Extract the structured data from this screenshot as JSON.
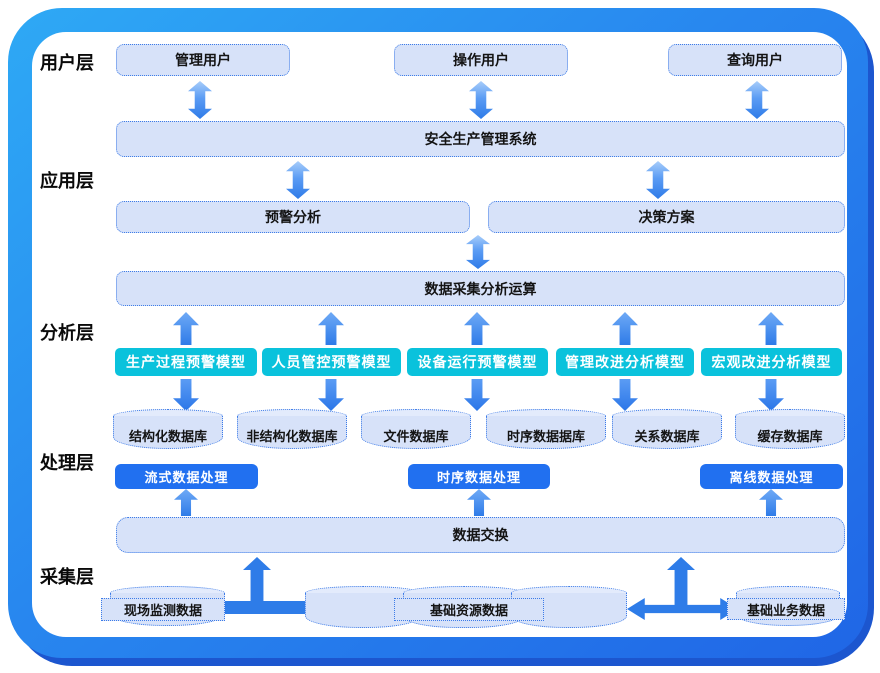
{
  "layer_labels": {
    "user": "用户层",
    "app": "应用层",
    "analysis": "分析层",
    "process": "处理层",
    "collect": "采集层"
  },
  "user_layer": {
    "boxes": [
      "管理用户",
      "操作用户",
      "查询用户"
    ]
  },
  "app_layer": {
    "system": "安全生产管理系统",
    "warning": "预警分析",
    "decision": "决策方案"
  },
  "analysis_layer": {
    "compute": "数据采集分析运算",
    "models": [
      "生产过程预警模型",
      "人员管控预警模型",
      "设备运行预警模型",
      "管理改进分析模型",
      "宏观改进分析模型"
    ]
  },
  "process_layer": {
    "databases": [
      "结构化数据库",
      "非结构化数据库",
      "文件数据库",
      "时序数据据库",
      "关系数据库",
      "缓存数据库"
    ],
    "processors": [
      "流式数据处理",
      "时序数据处理",
      "离线数据处理"
    ]
  },
  "collect_layer": {
    "exchange": "数据交换",
    "sources": [
      "现场监测数据",
      "基础资源数据",
      "基础业务数据"
    ]
  },
  "colors": {
    "frame_light": "#2EA9F5",
    "frame_dark": "#2066E6",
    "frame_shadow": "#1C56CF",
    "box_fill": "#D7E2F9",
    "box_border": "#3C7BE8",
    "model_cyan": "#0AC2DC",
    "processor_blue": "#2170F0",
    "arrow_blue": "#2E7BE8"
  }
}
